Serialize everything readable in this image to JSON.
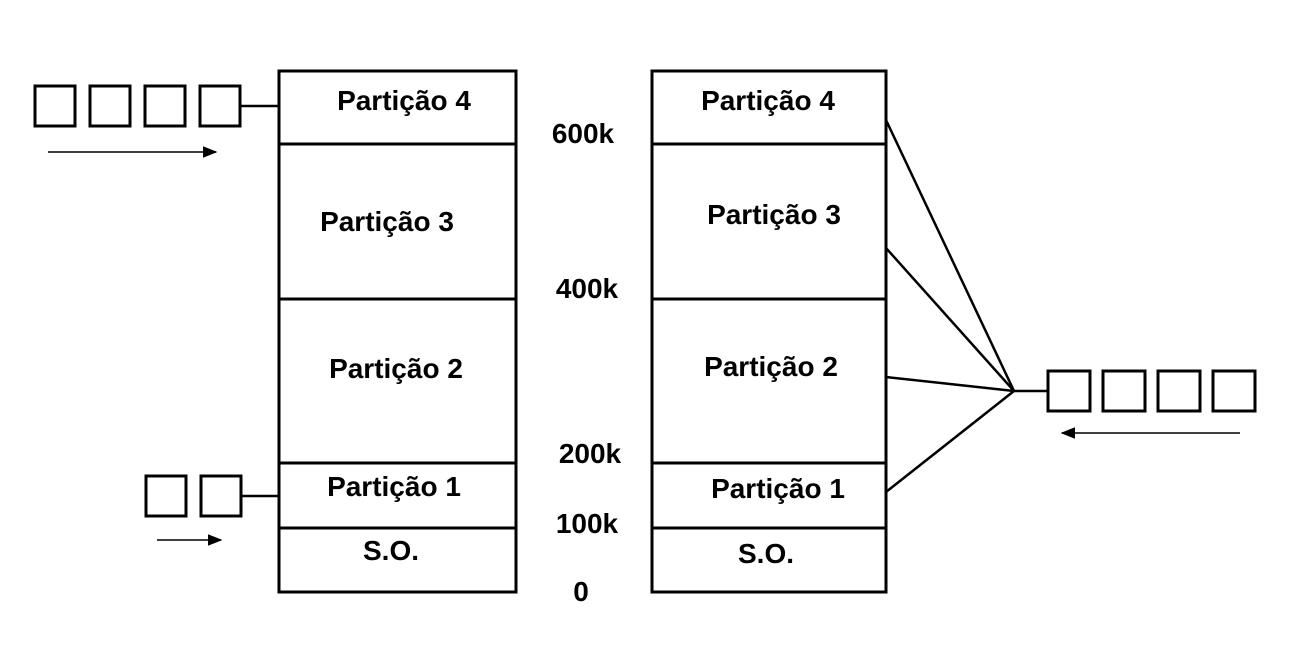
{
  "left_memory": {
    "partitions": [
      "Partição 4",
      "Partição 3",
      "Partição 2",
      "Partição 1",
      "S.O."
    ]
  },
  "right_memory": {
    "partitions": [
      "Partição 4",
      "Partição 3",
      "Partição 2",
      "Partição 1",
      "S.O."
    ]
  },
  "addresses": [
    "600k",
    "400k",
    "200k",
    "100k",
    "0"
  ],
  "queues": {
    "left_top_count": 4,
    "left_bottom_count": 2,
    "right_count": 4
  }
}
